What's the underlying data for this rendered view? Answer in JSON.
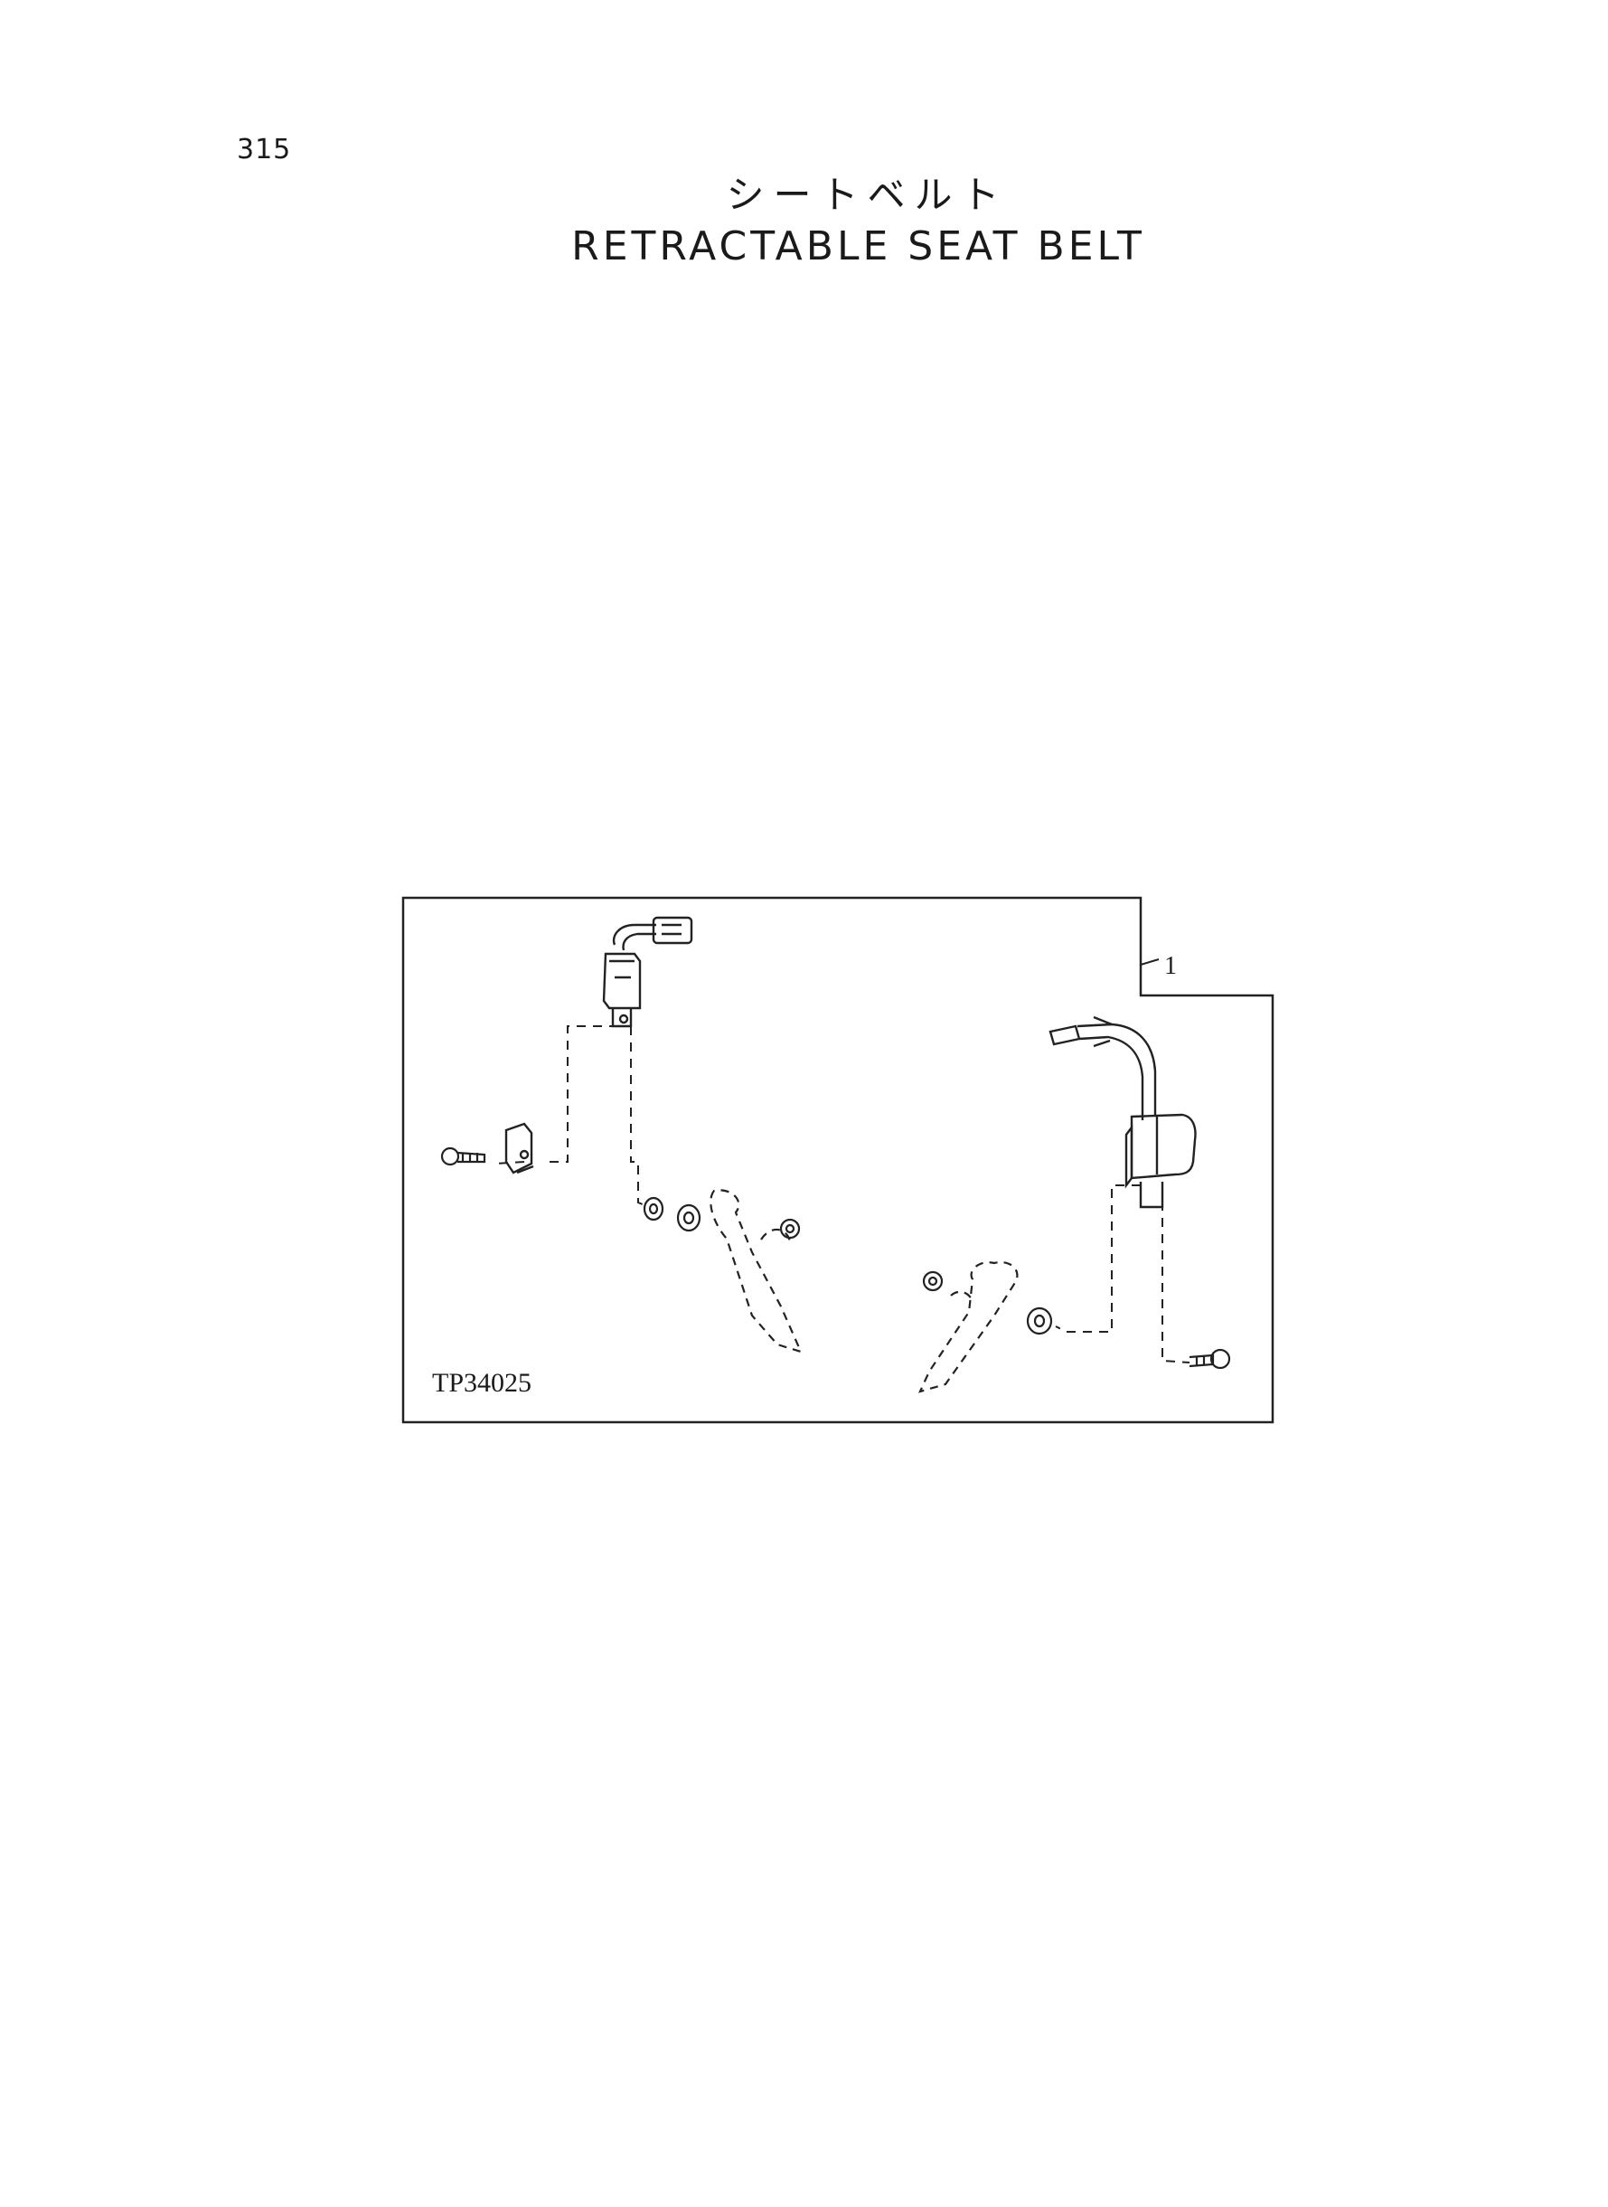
{
  "page": {
    "number": "315"
  },
  "title": {
    "japanese": "シートベルト",
    "english": "RETRACTABLE SEAT BELT"
  },
  "figure": {
    "code": "TP34025",
    "callouts": [
      "1"
    ]
  }
}
